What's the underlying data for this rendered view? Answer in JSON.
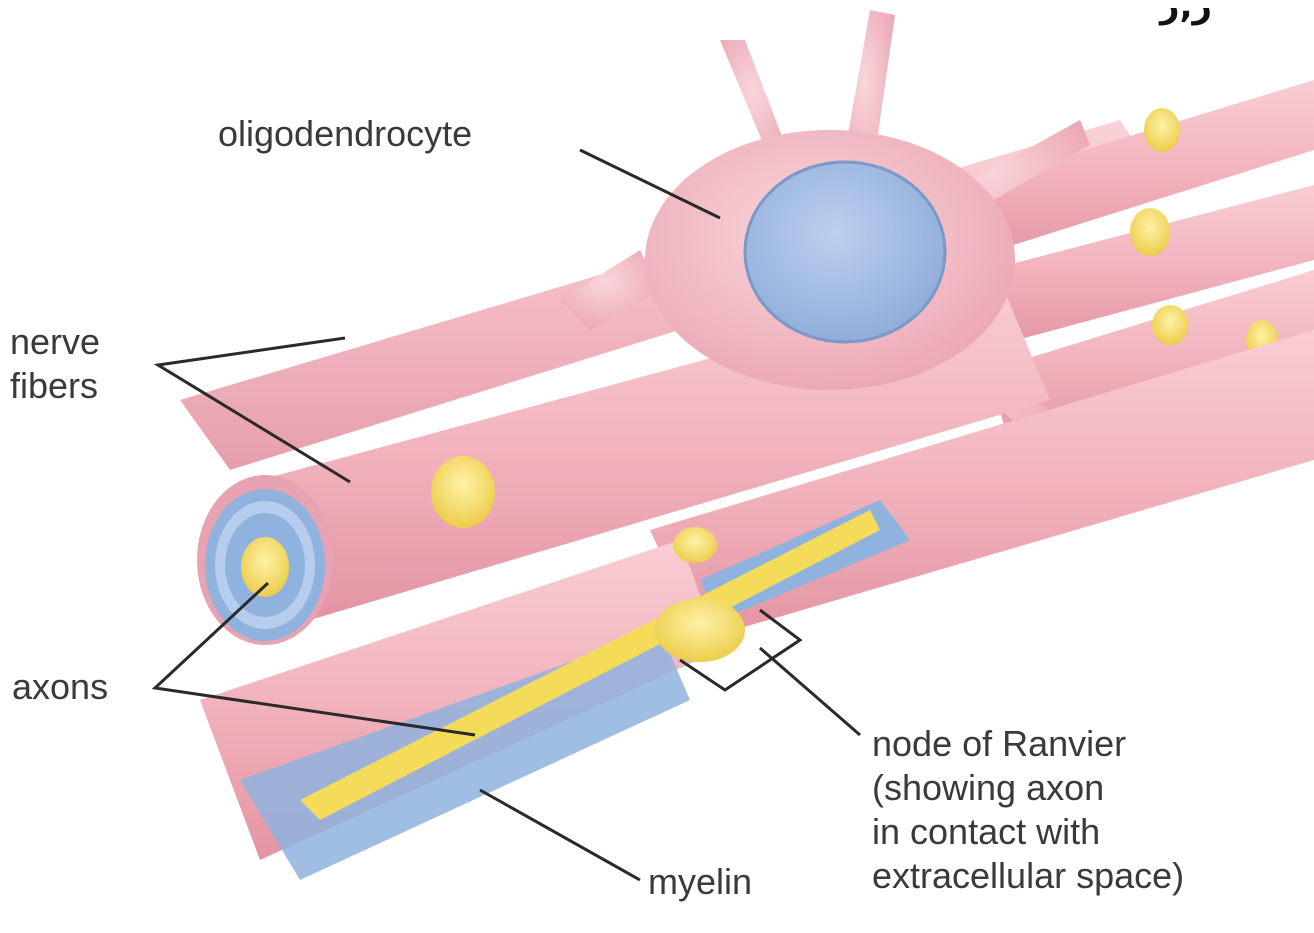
{
  "labels": {
    "oligodendrocyte": "oligodendrocyte",
    "nerve_fibers_line1": "nerve",
    "nerve_fibers_line2": "fibers",
    "axons": "axons",
    "node_line1": "node of Ranvier",
    "node_line2": "(showing axon",
    "node_line3": "in contact with",
    "node_line4": "extracellular space)",
    "myelin": "myelin"
  },
  "corner_mark": "ر,ر",
  "colors": {
    "fiber_pink": "#f2b3bd",
    "fiber_pink_dark": "#e394a3",
    "nucleus_blue": "#a9c1e6",
    "myelin_blue": "#8fb3de",
    "axon_yellow": "#f4dc5a",
    "leader_line": "#2a2a2a"
  }
}
